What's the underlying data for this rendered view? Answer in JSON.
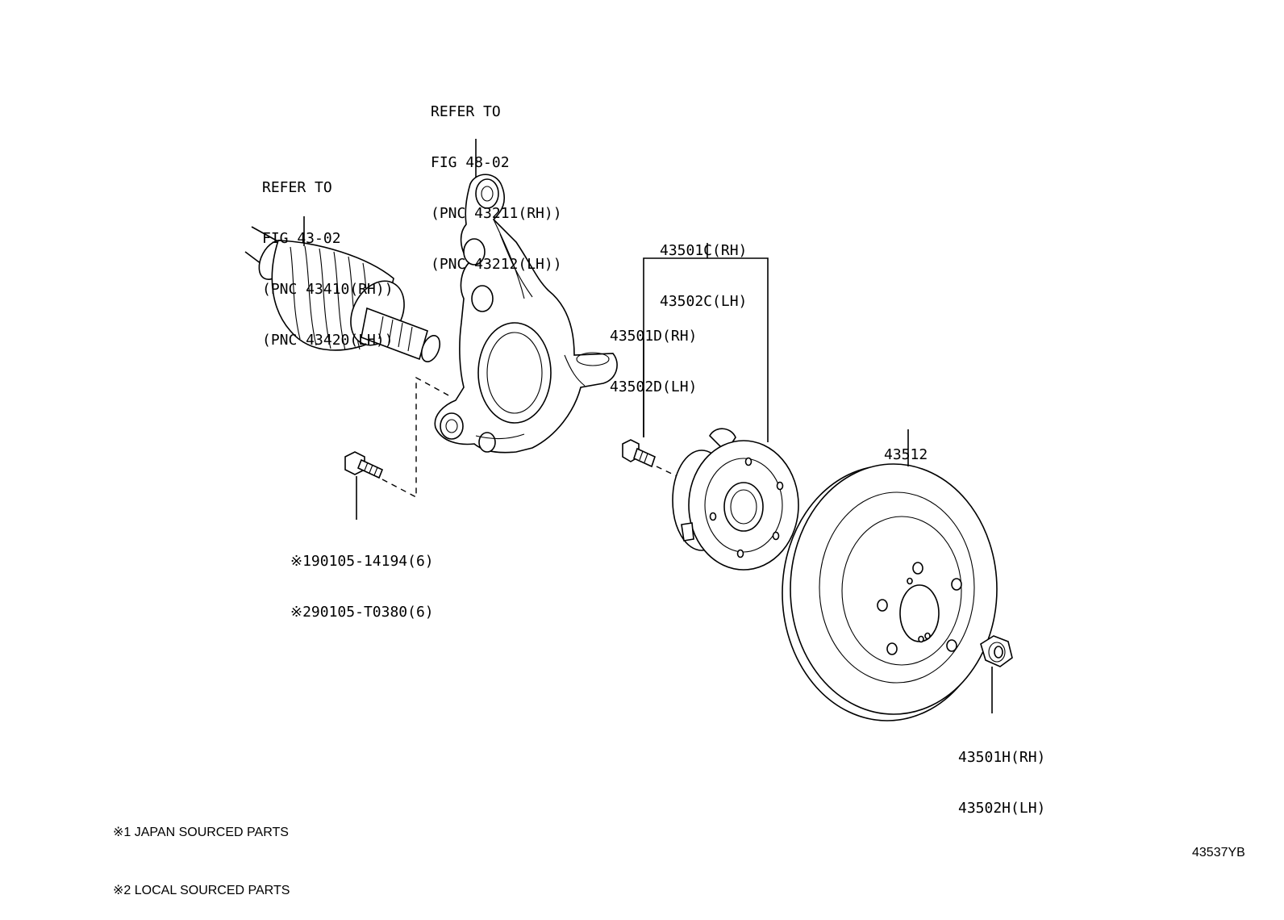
{
  "callouts": {
    "knuckle_ref": [
      "REFER TO",
      "FIG 48-02",
      "(PNC 43211(RH))",
      "(PNC 43212(LH))"
    ],
    "shaft_ref": [
      "REFER TO",
      "FIG 43-02",
      "(PNC 43410(RH))",
      "(PNC 43420(LH))"
    ],
    "hub_assy": [
      "43501C(RH)",
      "43502C(LH)"
    ],
    "hub_bolt": [
      "43501D(RH)",
      "43502D(LH)"
    ],
    "disc": [
      "43512"
    ],
    "knuckle_bolt": [
      "※190105-14194(6)",
      "※290105-T0380(6)"
    ],
    "nut": [
      "43501H(RH)",
      "43502H(LH)"
    ]
  },
  "notes": [
    "※1 JAPAN SOURCED PARTS",
    "※2 LOCAL SOURCED PARTS"
  ],
  "figure_id": "43537YB"
}
